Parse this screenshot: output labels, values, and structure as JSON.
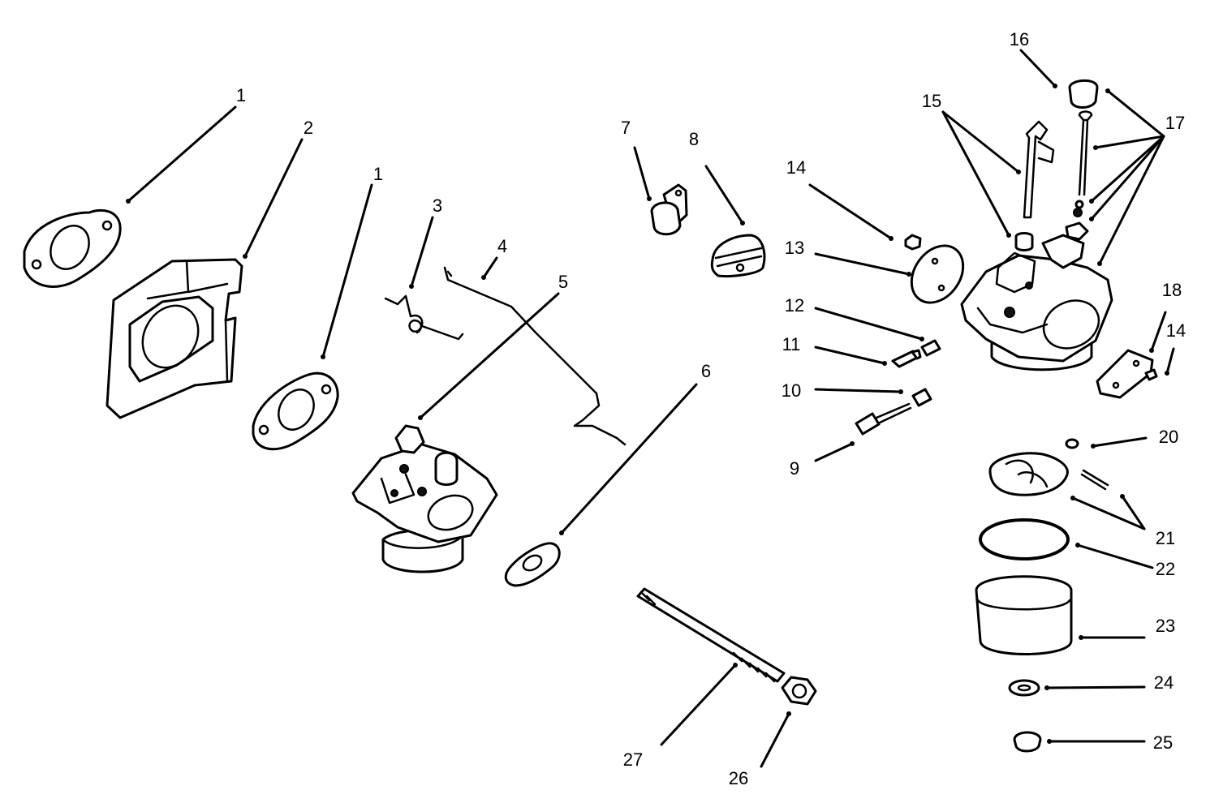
{
  "diagram": {
    "callouts": [
      {
        "id": "c1a",
        "label": "1"
      },
      {
        "id": "c2",
        "label": "2"
      },
      {
        "id": "c1b",
        "label": "1"
      },
      {
        "id": "c3",
        "label": "3"
      },
      {
        "id": "c4",
        "label": "4"
      },
      {
        "id": "c5",
        "label": "5"
      },
      {
        "id": "c6",
        "label": "6"
      },
      {
        "id": "c7",
        "label": "7"
      },
      {
        "id": "c8",
        "label": "8"
      },
      {
        "id": "c9",
        "label": "9"
      },
      {
        "id": "c10",
        "label": "10"
      },
      {
        "id": "c11",
        "label": "11"
      },
      {
        "id": "c12",
        "label": "12"
      },
      {
        "id": "c13",
        "label": "13"
      },
      {
        "id": "c14a",
        "label": "14"
      },
      {
        "id": "c14b",
        "label": "14"
      },
      {
        "id": "c15",
        "label": "15"
      },
      {
        "id": "c16",
        "label": "16"
      },
      {
        "id": "c17",
        "label": "17"
      },
      {
        "id": "c18",
        "label": "18"
      },
      {
        "id": "c20",
        "label": "20"
      },
      {
        "id": "c21",
        "label": "21"
      },
      {
        "id": "c22",
        "label": "22"
      },
      {
        "id": "c23",
        "label": "23"
      },
      {
        "id": "c24",
        "label": "24"
      },
      {
        "id": "c25",
        "label": "25"
      },
      {
        "id": "c26",
        "label": "26"
      },
      {
        "id": "c27",
        "label": "27"
      }
    ]
  }
}
